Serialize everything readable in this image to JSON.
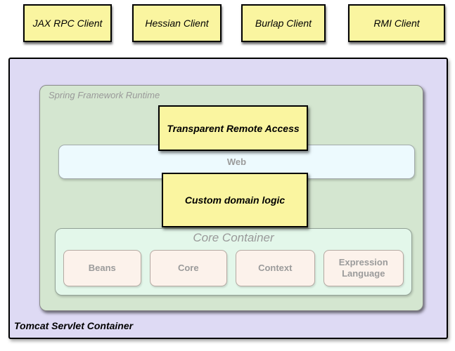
{
  "clients": [
    {
      "label": "JAX RPC Client"
    },
    {
      "label": "Hessian Client"
    },
    {
      "label": "Burlap Client"
    },
    {
      "label": "RMI Client"
    }
  ],
  "tomcat_container": {
    "label": "Tomcat Servlet Container"
  },
  "spring_runtime": {
    "label": "Spring Framework Runtime",
    "remote_access_box": "Transparent Remote Access",
    "web_layer": "Web",
    "domain_logic_box": "Custom domain logic",
    "core_container": {
      "label": "Core Container",
      "modules": [
        "Beans",
        "Core",
        "Context",
        "Expression Language"
      ]
    }
  },
  "colors": {
    "client_box_fill": "#FAF5A0",
    "tomcat_fill": "#DEDAF4",
    "runtime_fill": "#D4E6D0",
    "web_fill": "#EDFAFE",
    "core_fill": "#E3F7EA",
    "module_fill": "#FCF2EB",
    "box_border": "#000000",
    "muted_text": "#999999"
  }
}
